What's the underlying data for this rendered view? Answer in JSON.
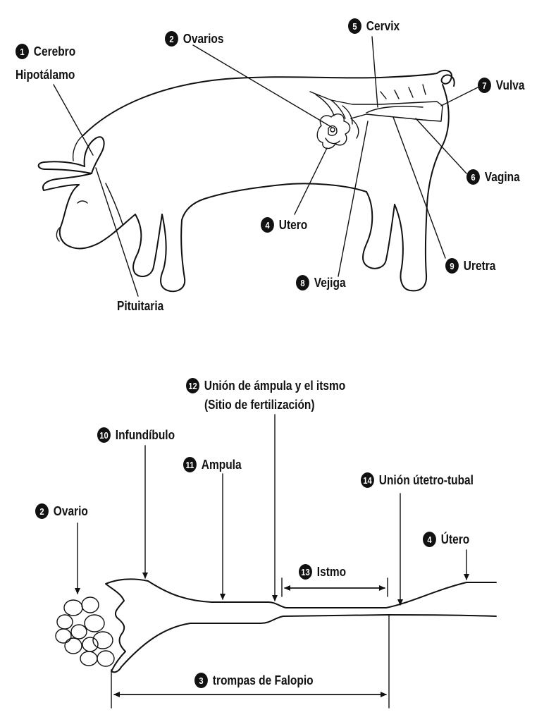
{
  "top_diagram": {
    "labels": {
      "cerebro": {
        "num": "1",
        "text": "Cerebro"
      },
      "hipotalamo": {
        "text": "Hipotálamo"
      },
      "pituitaria": {
        "text": "Pituitaria"
      },
      "ovarios": {
        "num": "2",
        "text": "Ovarios"
      },
      "utero": {
        "num": "4",
        "text": "Utero"
      },
      "cervix": {
        "num": "5",
        "text": "Cervix"
      },
      "vagina": {
        "num": "6",
        "text": "Vagina"
      },
      "vulva": {
        "num": "7",
        "text": "Vulva"
      },
      "vejiga": {
        "num": "8",
        "text": "Vejiga"
      },
      "uretra": {
        "num": "9",
        "text": "Uretra"
      }
    }
  },
  "bottom_diagram": {
    "labels": {
      "ovario": {
        "num": "2",
        "text": "Ovario"
      },
      "trompas": {
        "num": "3",
        "text": "trompas de Falopio"
      },
      "utero": {
        "num": "4",
        "text": "Útero"
      },
      "infundibulo": {
        "num": "10",
        "text": "Infundíbulo"
      },
      "ampula": {
        "num": "11",
        "text": "Ampula"
      },
      "union_ampula": {
        "num": "12",
        "text": "Unión de ámpula y el itsmo",
        "subtext": "(Sitio de fertilización)"
      },
      "istmo": {
        "num": "13",
        "text": "Istmo"
      },
      "union_utero_tubal": {
        "num": "14",
        "text": "Unión útetro-tubal"
      }
    }
  }
}
